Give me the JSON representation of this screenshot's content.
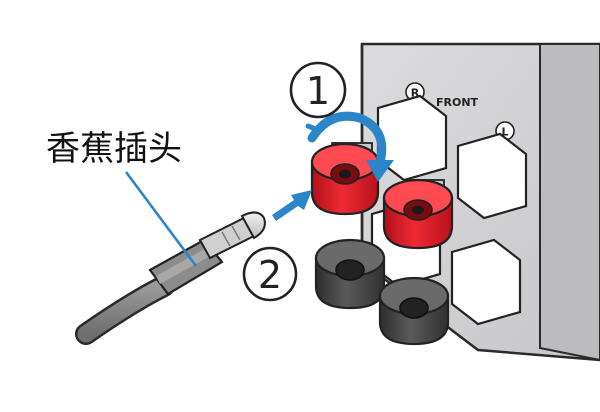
{
  "callout": {
    "label": "香蕉插头"
  },
  "steps": [
    {
      "number": "1"
    },
    {
      "number": "2"
    }
  ],
  "panel": {
    "label": "FRONT",
    "channel_right": "R",
    "channel_left": "L"
  },
  "colors": {
    "terminal_red": "#e0202a",
    "terminal_black": "#444444",
    "arrow_blue": "#2a86c8",
    "panel_gray": "#d3d3d5",
    "plug_gray": "#8a8a8a"
  },
  "icons": {
    "rotate_arrow": "curved-arrow-icon",
    "insert_arrow": "arrow-right-icon"
  }
}
